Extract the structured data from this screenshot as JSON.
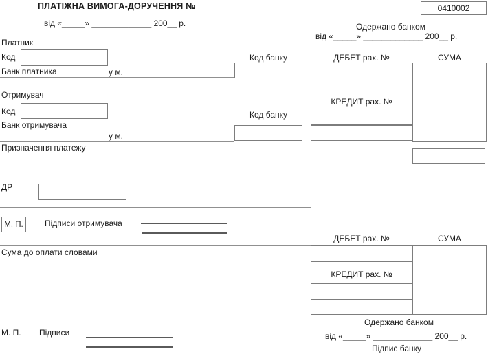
{
  "header": {
    "title": "ПЛАТІЖНА ВИМОГА-ДОРУЧЕННЯ № ______",
    "form_code": "0410002",
    "date_line": "від «_____» _____________ 200__ р."
  },
  "received_top": {
    "label": "Одержано банком",
    "date_line": "від «_____» _____________ 200__ р."
  },
  "payer": {
    "label": "Платник",
    "code_label": "Код",
    "bank_label": "Банк платника",
    "city_label": "у м.",
    "bank_code_label": "Код банку"
  },
  "payee": {
    "label": "Отримувач",
    "code_label": "Код",
    "bank_label": "Банк отримувача",
    "city_label": "у м.",
    "bank_code_label": "Код банку"
  },
  "accounts_top": {
    "debit_label": "ДЕБЕТ рах. №",
    "credit_label": "КРЕДИТ рах. №",
    "sum_label": "СУМА"
  },
  "purpose_label": "Призначення платежу",
  "dr_label": "ДР",
  "stamp_top": {
    "mp_label": "М. П.",
    "signatures_label": "Підписи отримувача"
  },
  "amount_words_label": "Сума до оплати словами",
  "accounts_bottom": {
    "debit_label": "ДЕБЕТ рах. №",
    "credit_label": "КРЕДИТ рах. №",
    "sum_label": "СУМА"
  },
  "received_bottom": {
    "label": "Одержано банком",
    "date_line": "від «_____» _____________ 200__ р.",
    "bank_signature_label": "Підпис банку"
  },
  "stamp_bottom": {
    "mp_label": "М. П.",
    "signatures_label": "Підписи"
  },
  "colors": {
    "text": "#1c1c1c",
    "box_border": "#7d7d7d",
    "line": "#909090"
  }
}
